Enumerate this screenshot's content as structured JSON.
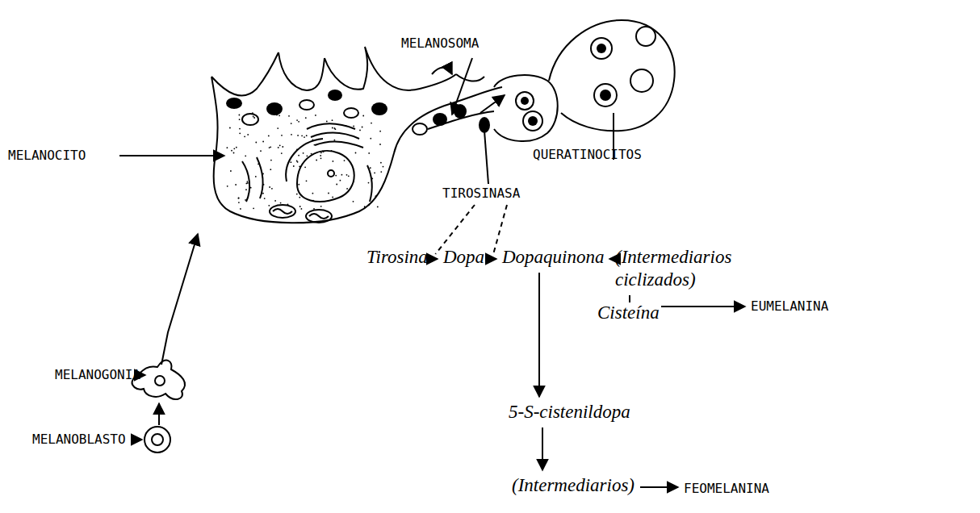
{
  "diagram": {
    "nodes": [
      {
        "text": [
          "Tirosina"
        ]
      },
      {
        "text": [
          "Dopa"
        ]
      },
      {
        "text": [
          "Dopaquinona"
        ]
      },
      {
        "text": [
          "(Intermediarios ciclizados)"
        ]
      },
      {
        "text": [
          "EUMELANINA"
        ]
      },
      {
        "text": [
          "5-S-cistenildopa"
        ]
      },
      {
        "text": [
          "(Intermediarios)"
        ]
      },
      {
        "text": [
          "FEOMELANINA"
        ]
      }
    ],
    "edges": [
      {
        "from": 0,
        "to": 1,
        "arrow": "to"
      },
      {
        "from": 1,
        "to": 2,
        "arrow": "to"
      },
      {
        "from": 2,
        "to": 3,
        "arrow": "to"
      },
      {
        "from": 3,
        "to": 4,
        "arrow": "to"
      },
      {
        "from": 2,
        "to": 5,
        "label": "Cisteína",
        "arrow": "to"
      },
      {
        "from": 5,
        "to": 6,
        "arrow": "to"
      },
      {
        "from": 6,
        "to": 7,
        "arrow": "to"
      }
    ],
    "labels": [
      "MELANOSOMA",
      "QUERATINOCITOS",
      "MELANOCITO",
      "TIROSINASA",
      "MELANOGONIA",
      "MELANOBLASTO"
    ]
  }
}
